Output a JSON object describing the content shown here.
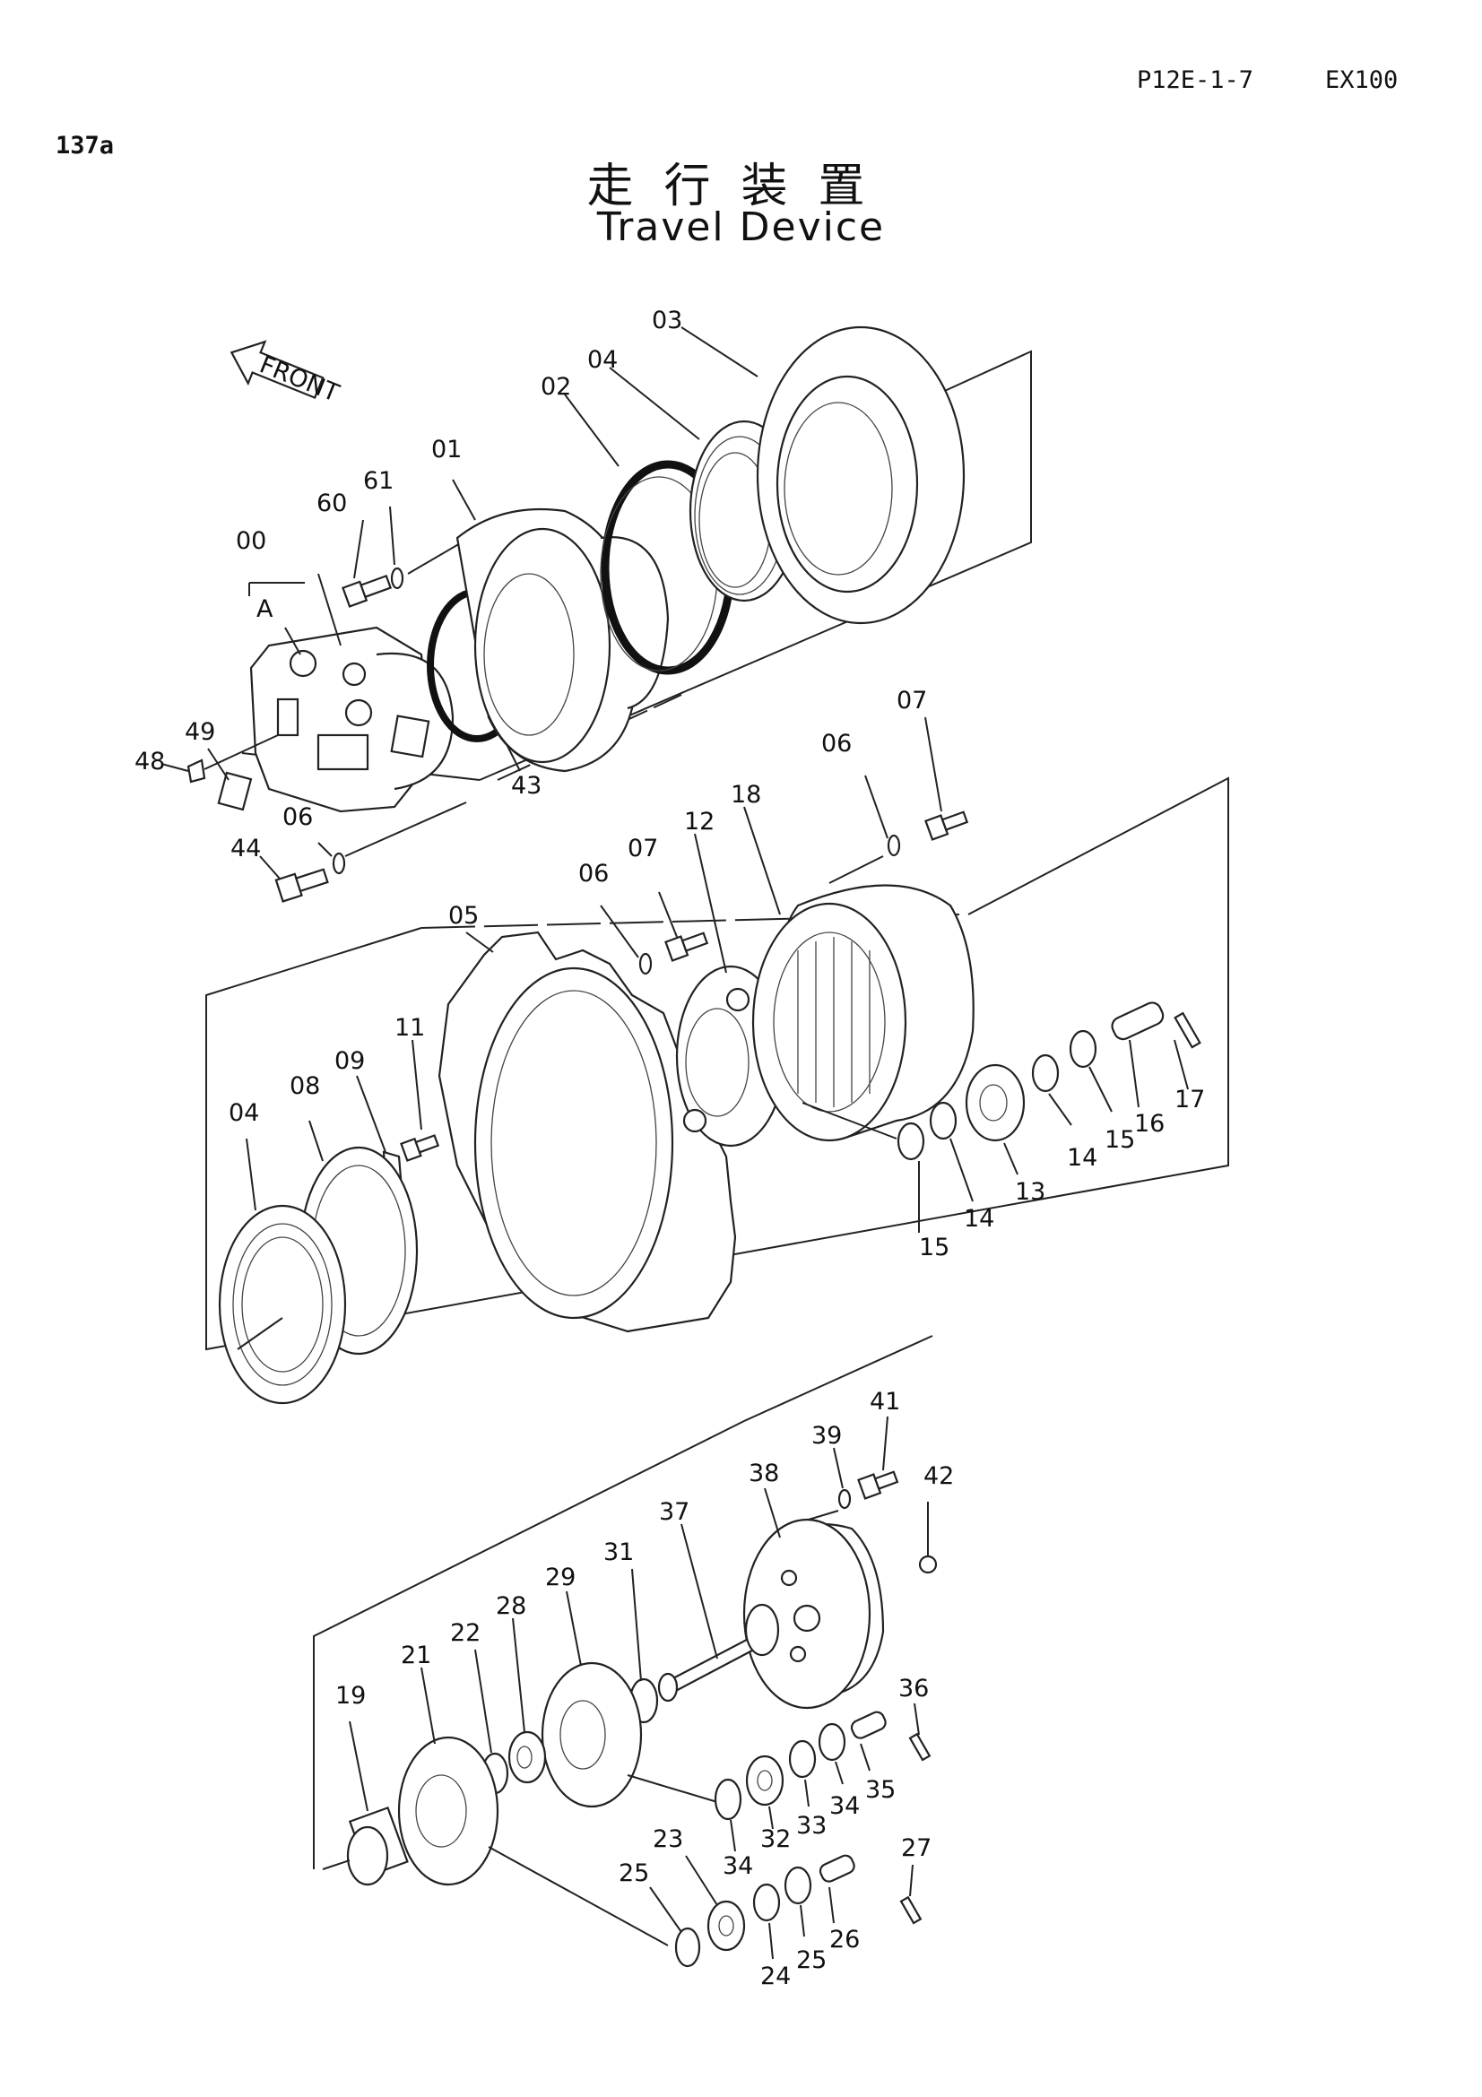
{
  "header": {
    "page_code": "P12E-1-7",
    "model": "EX100",
    "figure_no": "137a"
  },
  "title": {
    "japanese": "走行装置",
    "english": "Travel Device"
  },
  "front_arrow": "FRONT",
  "callouts": {
    "c00": "00",
    "cA": "A",
    "c01": "01",
    "c02": "02",
    "c03": "03",
    "c04a": "04",
    "c60": "60",
    "c61": "61",
    "c43": "43",
    "c48": "48",
    "c49": "49",
    "c06a": "06",
    "c44": "44",
    "c07a": "07",
    "c06b": "06",
    "c18": "18",
    "c12": "12",
    "c07b": "07",
    "c06c": "06",
    "c05": "05",
    "c11": "11",
    "c09": "09",
    "c08": "08",
    "c04b": "04",
    "c17": "17",
    "c16": "16",
    "c15a": "15",
    "c14a": "14",
    "c13": "13",
    "c15b": "15",
    "c14b": "14",
    "c41": "41",
    "c39": "39",
    "c42": "42",
    "c38": "38",
    "c37": "37",
    "c31": "31",
    "c29": "29",
    "c28": "28",
    "c22": "22",
    "c21": "21",
    "c19": "19",
    "c36": "36",
    "c35": "35",
    "c34a": "34",
    "c33": "33",
    "c32": "32",
    "c34b": "34",
    "c27": "27",
    "c26": "26",
    "c25a": "25",
    "c24": "24",
    "c23": "23",
    "c25b": "25"
  }
}
